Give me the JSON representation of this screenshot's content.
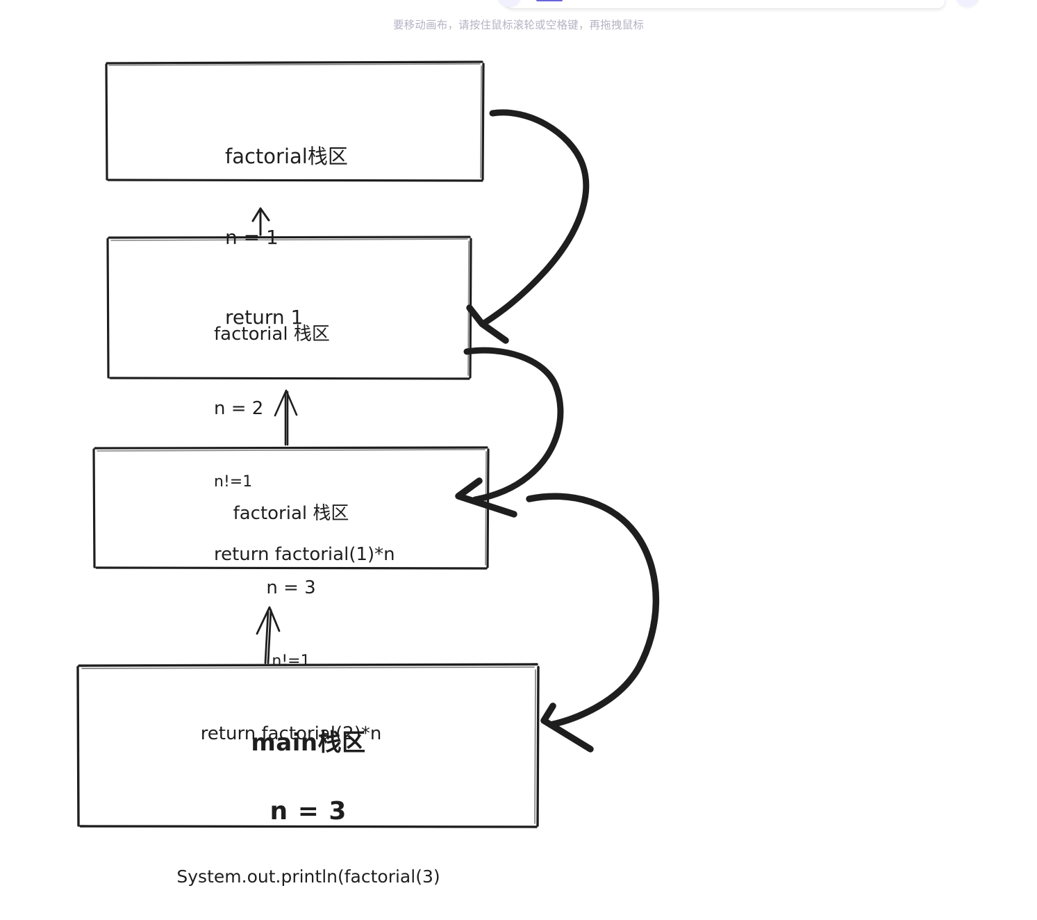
{
  "app": {
    "canvas_hint": "要移动画布，请按住鼠标滚轮或空格键，再拖拽鼠标",
    "background": "#ffffff",
    "stroke_color": "#1e1e1e",
    "accent_color": "#6965db"
  },
  "toolbar": {
    "undo_icon": "undo-icon",
    "library_icon": "library-icon",
    "active_tool_indicator": ""
  },
  "diagram": {
    "type": "recursion-call-stack",
    "frames": [
      {
        "id": "frame-1",
        "name": "factorial-frame-n1",
        "align": "left",
        "lines": [
          "factorial栈区",
          "n = 1",
          "return 1"
        ]
      },
      {
        "id": "frame-2",
        "name": "factorial-frame-n2",
        "align": "left",
        "lines": [
          "factorial 栈区",
          "n = 2",
          "n!=1",
          "return factorial(1)*n"
        ]
      },
      {
        "id": "frame-3",
        "name": "factorial-frame-n3",
        "align": "center",
        "lines": [
          "factorial 栈区",
          "n = 3",
          "n!=1",
          "return factorial(2)*n"
        ]
      },
      {
        "id": "frame-main",
        "name": "main-frame",
        "align": "center",
        "lines": [
          "main栈区",
          "n = 3",
          "System.out.println(factorial(3)"
        ]
      }
    ],
    "arrows": [
      {
        "name": "call-arrow-main-to-n3",
        "direction": "up",
        "style": "thin"
      },
      {
        "name": "call-arrow-n3-to-n2",
        "direction": "up",
        "style": "thin"
      },
      {
        "name": "call-arrow-n2-to-n1",
        "direction": "up",
        "style": "thin"
      },
      {
        "name": "return-arrow-n1-to-n2",
        "direction": "curve-left",
        "style": "thick"
      },
      {
        "name": "return-arrow-n2-to-n3",
        "direction": "curve-left",
        "style": "thick"
      },
      {
        "name": "return-arrow-n3-to-main",
        "direction": "curve-left",
        "style": "thick"
      }
    ]
  }
}
